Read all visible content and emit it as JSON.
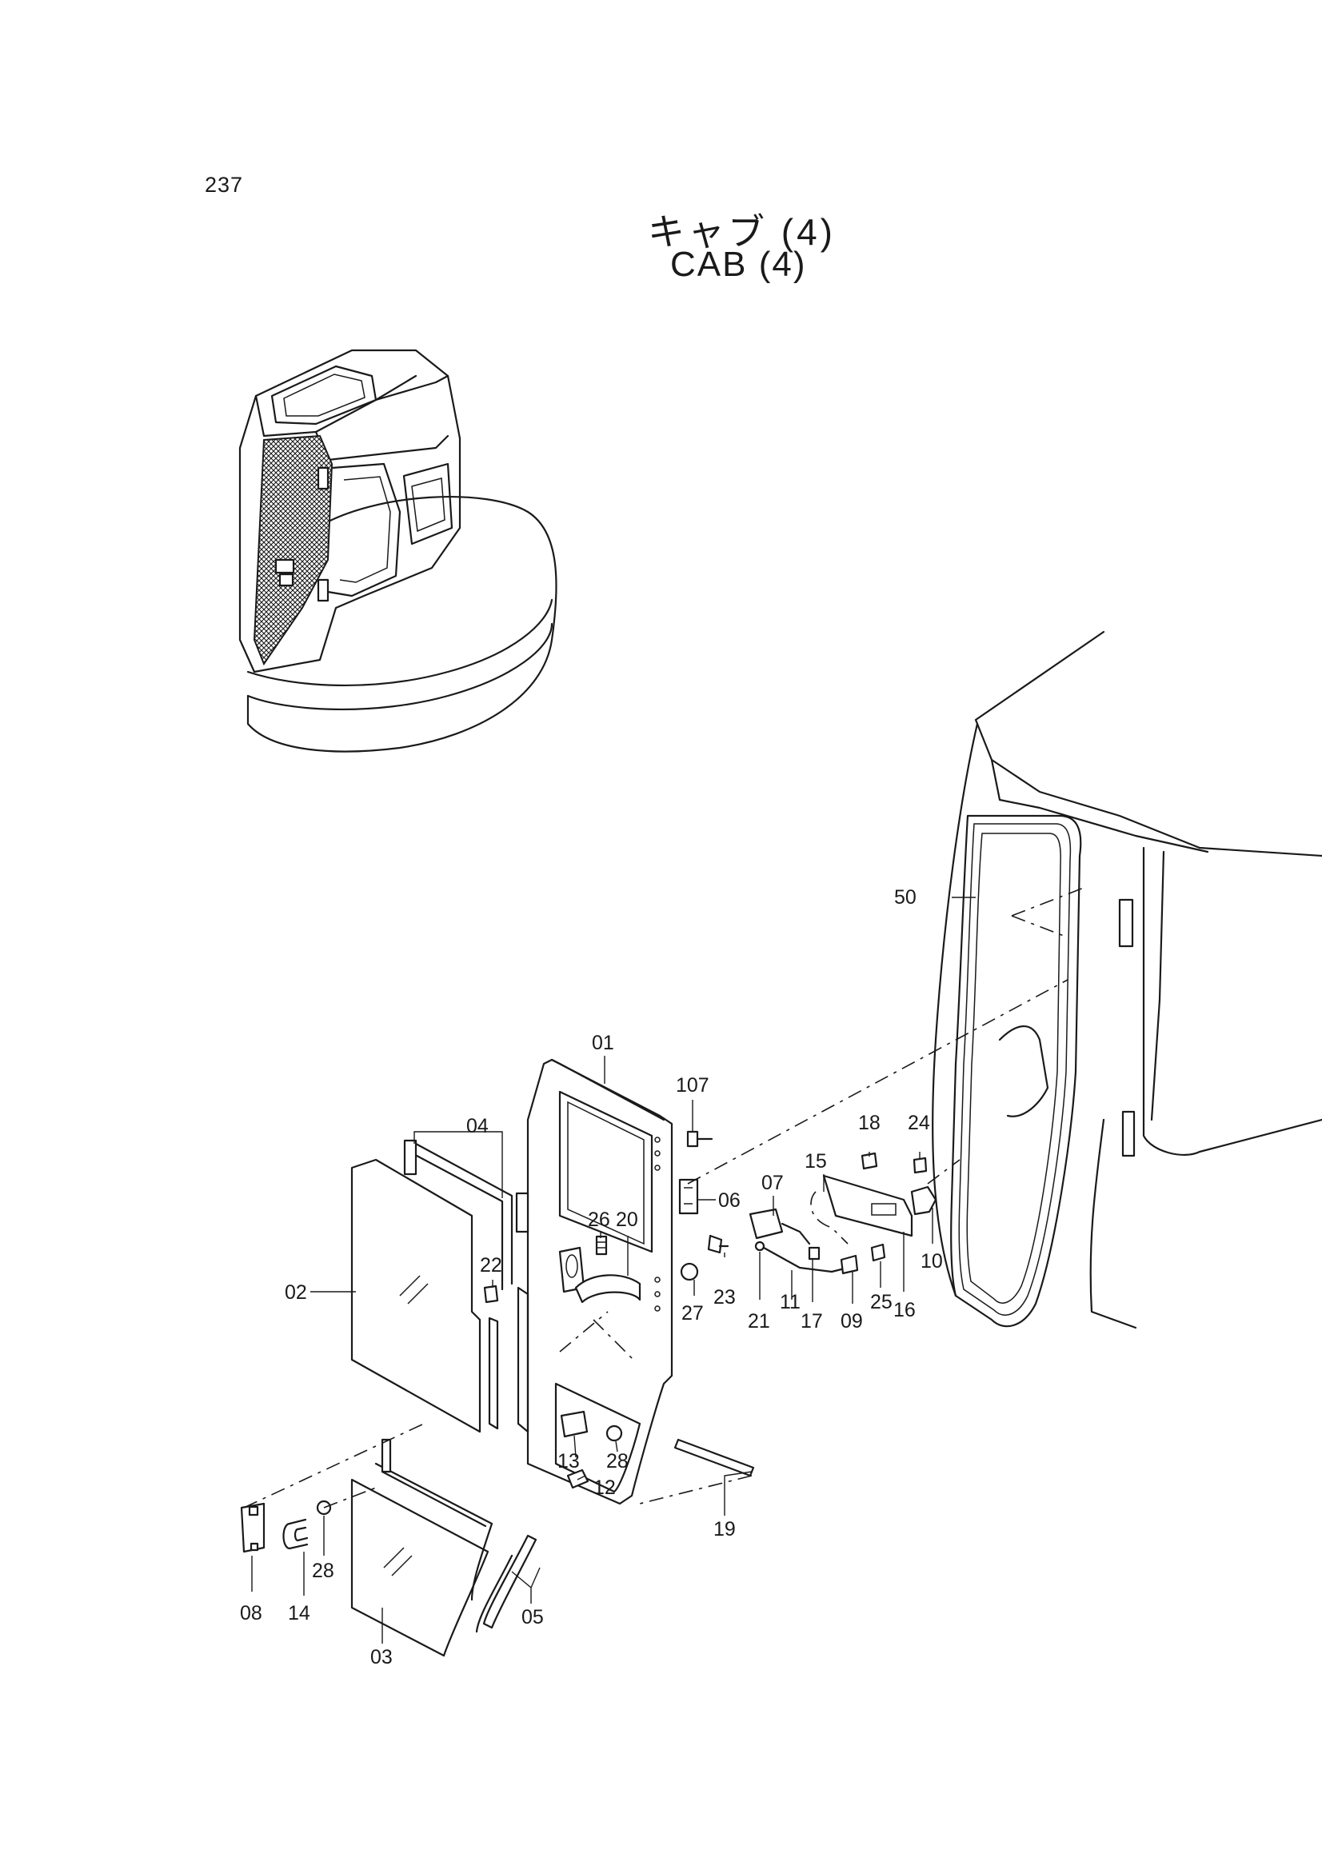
{
  "page_number": "237",
  "title_ja": "キャブ (4)",
  "title_en": "CAB (4)",
  "callouts": {
    "p01": "01",
    "p02": "02",
    "p03": "03",
    "p04": "04",
    "p05": "05",
    "p06": "06",
    "p07": "07",
    "p08": "08",
    "p09": "09",
    "p10": "10",
    "p11": "11",
    "p12": "12",
    "p13": "13",
    "p14": "14",
    "p15": "15",
    "p16": "16",
    "p17": "17",
    "p18": "18",
    "p19": "19",
    "p20": "20",
    "p21": "21",
    "p22": "22",
    "p23": "23",
    "p24": "24",
    "p25": "25",
    "p26": "26",
    "p27": "27",
    "p28a": "28",
    "p28b": "28",
    "p50": "50",
    "p107": "107"
  }
}
